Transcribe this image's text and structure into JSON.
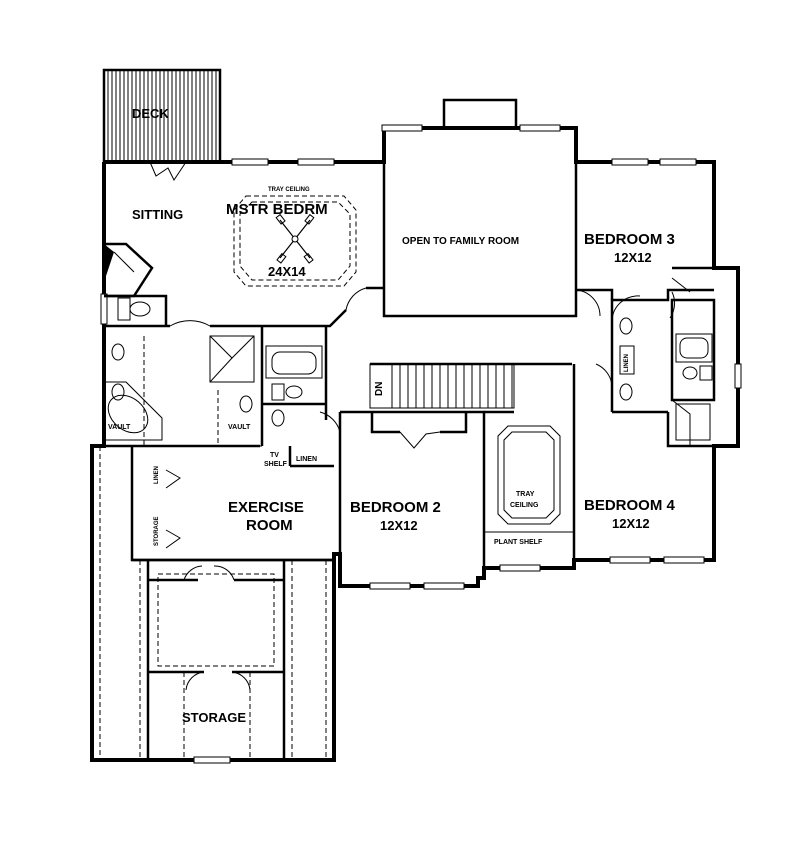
{
  "rooms": {
    "deck": "DECK",
    "sitting": "SITTING",
    "master_name": "MSTR BEDRM",
    "master_ceiling": "TRAY CEILING",
    "master_size": "24X14",
    "open_family": "OPEN TO FAMILY ROOM",
    "bedroom3_name": "BEDROOM 3",
    "bedroom3_size": "12X12",
    "bedroom4_name": "BEDROOM 4",
    "bedroom4_size": "12X12",
    "bedroom2_name": "BEDROOM 2",
    "bedroom2_size": "12X12",
    "exercise_line1": "EXERCISE",
    "exercise_line2": "ROOM",
    "storage": "STORAGE",
    "stair_dn": "DN",
    "tray_line1": "TRAY",
    "tray_line2": "CEILING",
    "plant_shelf": "PLANT SHELF",
    "vault_left": "VAULT",
    "vault_right": "VAULT",
    "tv_line1": "TV",
    "tv_line2": "SHELF",
    "linen_hall": "LINEN",
    "linen_left": "LINEN",
    "storage_left": "STORAGE",
    "linen_right": "LINEN"
  }
}
